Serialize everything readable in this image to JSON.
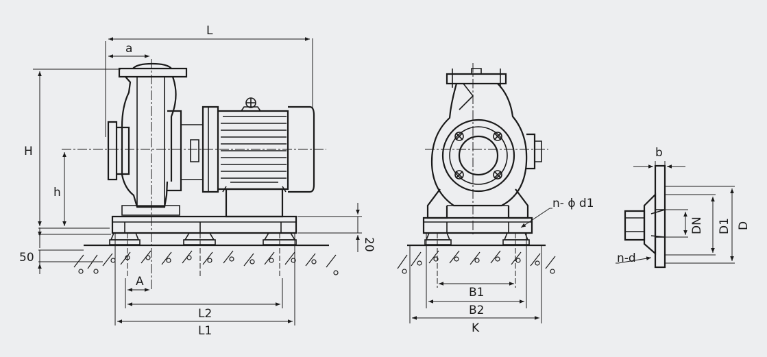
{
  "side_view": {
    "labels": {
      "L": "L",
      "a": "a",
      "H": "H",
      "h": "h",
      "dim_20": "20",
      "dim_50": "50",
      "A": "A",
      "L2": "L2",
      "L1": "L1"
    }
  },
  "front_view": {
    "labels": {
      "n_phi_d1": "n- ϕ d1",
      "B1": "B1",
      "B2": "B2",
      "K": "K"
    }
  },
  "flange_detail": {
    "labels": {
      "b": "b",
      "DN": "DN",
      "D1": "D1",
      "D": "D",
      "n_d": "n-d"
    }
  },
  "colors": {
    "background": "#edeef0",
    "ink": "#1a1a1a"
  }
}
